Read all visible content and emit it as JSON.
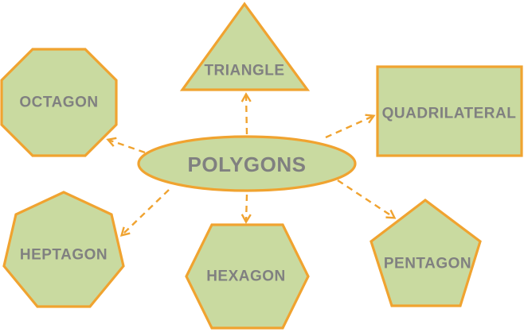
{
  "diagram": {
    "center": {
      "label": "POLYGONS",
      "shape": "ellipse"
    },
    "nodes": [
      {
        "id": "octagon",
        "label": "OCTAGON",
        "shape": "octagon"
      },
      {
        "id": "triangle",
        "label": "TRIANGLE",
        "shape": "triangle"
      },
      {
        "id": "quadrilateral",
        "label": "QUADRILATERAL",
        "shape": "rectangle"
      },
      {
        "id": "heptagon",
        "label": "HEPTAGON",
        "shape": "heptagon"
      },
      {
        "id": "hexagon",
        "label": "HEXAGON",
        "shape": "hexagon"
      },
      {
        "id": "pentagon",
        "label": "PENTAGON",
        "shape": "pentagon"
      }
    ],
    "edges": [
      {
        "from": "POLYGONS",
        "to": "OCTAGON",
        "style": "dashed-arrow"
      },
      {
        "from": "POLYGONS",
        "to": "TRIANGLE",
        "style": "dashed-arrow"
      },
      {
        "from": "POLYGONS",
        "to": "QUADRILATERAL",
        "style": "dashed-arrow"
      },
      {
        "from": "POLYGONS",
        "to": "HEPTAGON",
        "style": "dashed-arrow"
      },
      {
        "from": "POLYGONS",
        "to": "HEXAGON",
        "style": "dashed-arrow"
      },
      {
        "from": "POLYGONS",
        "to": "PENTAGON",
        "style": "dashed-arrow"
      }
    ]
  },
  "colors": {
    "shape_fill": "#c9daa0",
    "shape_stroke": "#f0a330",
    "arrow": "#f0a330",
    "label_text": "#808080",
    "background": "#ffffff"
  }
}
